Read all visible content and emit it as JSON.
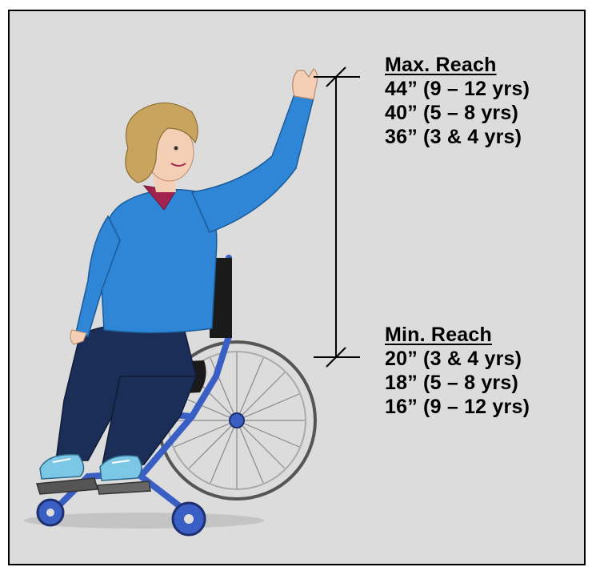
{
  "max_reach": {
    "heading": "Max. Reach",
    "lines": [
      "44” (9 – 12 yrs)",
      "40” (5 – 8 yrs)",
      "36” (3 & 4 yrs)"
    ]
  },
  "min_reach": {
    "heading": "Min. Reach",
    "lines": [
      "20” (3 & 4 yrs)",
      "18” (5 – 8 yrs)",
      "16” (9 – 12 yrs)"
    ]
  },
  "colors": {
    "background": "#dcdcdc",
    "border": "#000000",
    "shirt": "#2f86d6",
    "pants": "#1b2e57",
    "hair": "#c9a45e",
    "wheelchair_frame": "#3a5fc4",
    "skin": "#f5cfb5"
  }
}
